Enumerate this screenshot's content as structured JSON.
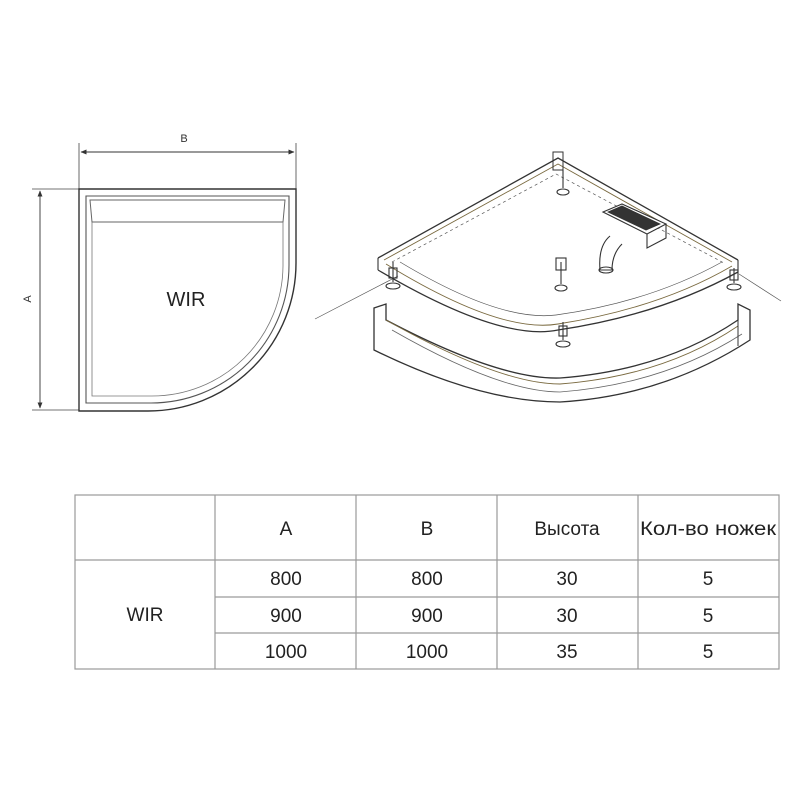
{
  "drawing": {
    "dim_a_label": "A",
    "dim_b_label": "B",
    "model_label": "WIR"
  },
  "table": {
    "headers": [
      "",
      "A",
      "B",
      "Высота",
      "Кол-во ножек"
    ],
    "model": "WIR",
    "rows": [
      [
        "800",
        "800",
        "30",
        "5"
      ],
      [
        "900",
        "900",
        "30",
        "5"
      ],
      [
        "1000",
        "1000",
        "35",
        "5"
      ]
    ]
  }
}
